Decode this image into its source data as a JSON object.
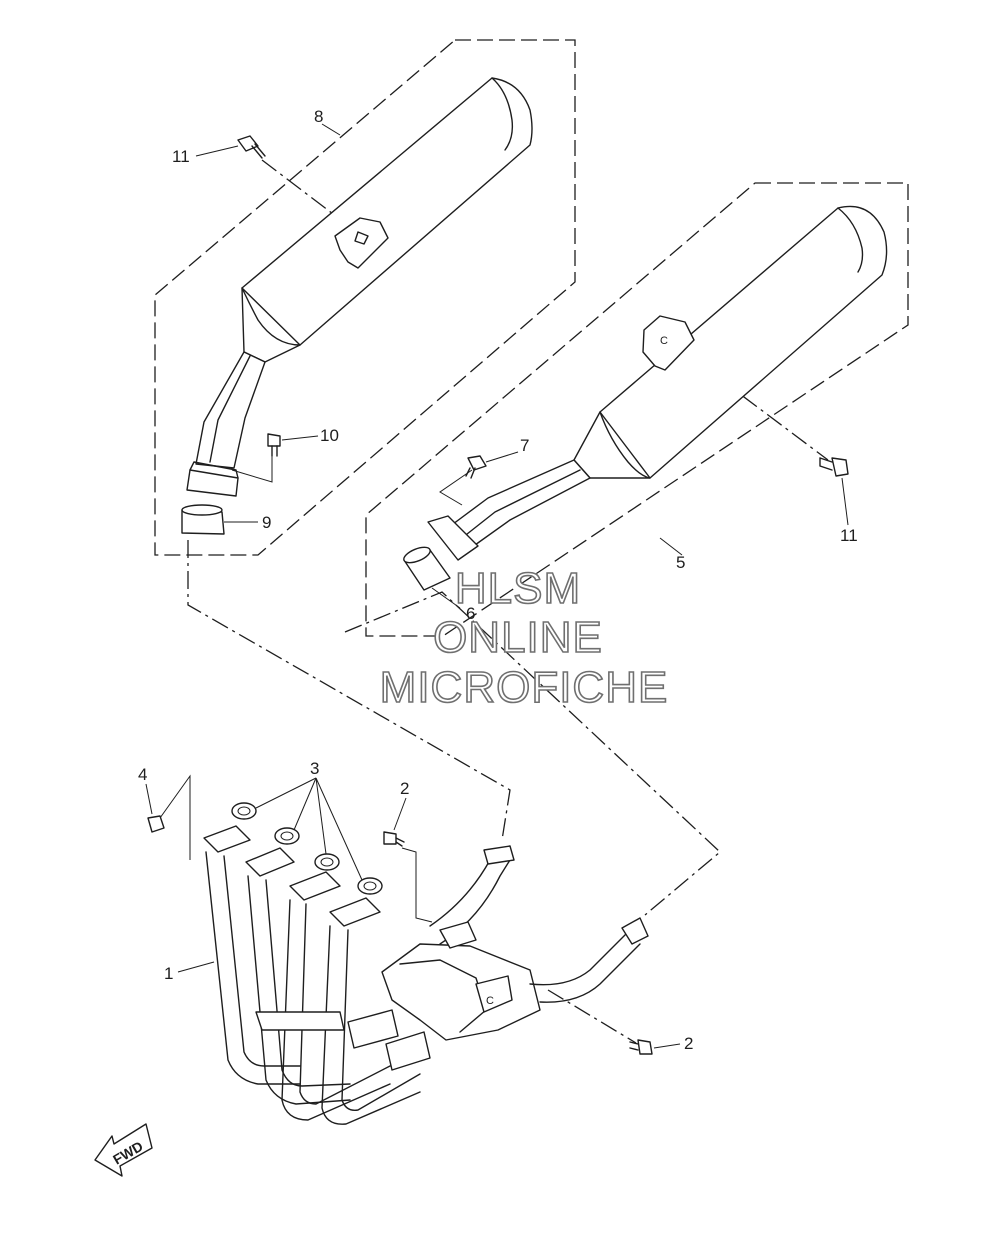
{
  "callouts": {
    "c1": "1",
    "c2a": "2",
    "c2b": "2",
    "c3": "3",
    "c4": "4",
    "c5": "5",
    "c6": "6",
    "c7": "7",
    "c8": "8",
    "c9": "9",
    "c10": "10",
    "c11a": "11",
    "c11b": "11"
  },
  "marks": {
    "c_left": "C",
    "c_right": "C"
  },
  "watermark": {
    "line1": "HLSM",
    "line2": "ONLINE",
    "line3": "MICROFICHE"
  },
  "direction_arrow": {
    "label": "FWD"
  }
}
